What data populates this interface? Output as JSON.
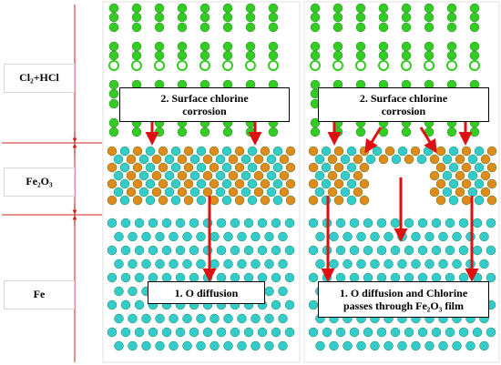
{
  "layers": {
    "gas": {
      "label": "Cl₂+HCl"
    },
    "oxide": {
      "label": "Fe₂O₃"
    },
    "metal": {
      "label": "Fe"
    }
  },
  "callouts": {
    "left_top": {
      "line1": "2. Surface chlorine",
      "line2": "corrosion"
    },
    "right_top": {
      "line1": "2. Surface chlorine",
      "line2": "corrosion"
    },
    "left_bottom": {
      "line1": "1. O diffusion"
    },
    "right_bottom": {
      "line1": "1. O diffusion and Chlorine",
      "line2": "passes through Fe₂O₃ film"
    }
  },
  "colors": {
    "chlorine": "#33cc22",
    "oxygen": "#e08a1a",
    "iron": "#33cccc",
    "arrow": "#dd1111",
    "ruler": "#cc2222"
  }
}
